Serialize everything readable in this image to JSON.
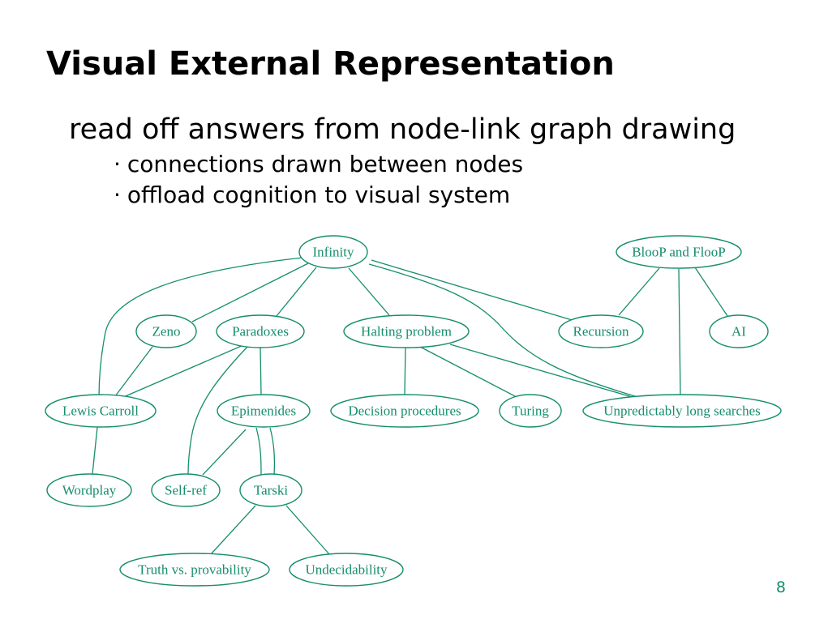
{
  "slide": {
    "title": "Visual External Representation",
    "subtitle": "read off answers from node-link graph drawing",
    "bullet_marker": "·",
    "bullets": [
      "connections drawn between nodes",
      "offload cognition to visual system"
    ],
    "page_number": "8"
  },
  "graph": {
    "accent_color": "#168e6c",
    "nodes": {
      "infinity": "Infinity",
      "bloop": "BlooP and FlooP",
      "zeno": "Zeno",
      "paradoxes": "Paradoxes",
      "halting": "Halting problem",
      "recursion": "Recursion",
      "ai": "AI",
      "lewis": "Lewis Carroll",
      "epimenides": "Epimenides",
      "decision": "Decision procedures",
      "turing": "Turing",
      "unpredictable": "Unpredictably long searches",
      "wordplay": "Wordplay",
      "selfref": "Self-ref",
      "tarski": "Tarski",
      "truth": "Truth vs. provability",
      "undecidability": "Undecidability"
    }
  }
}
